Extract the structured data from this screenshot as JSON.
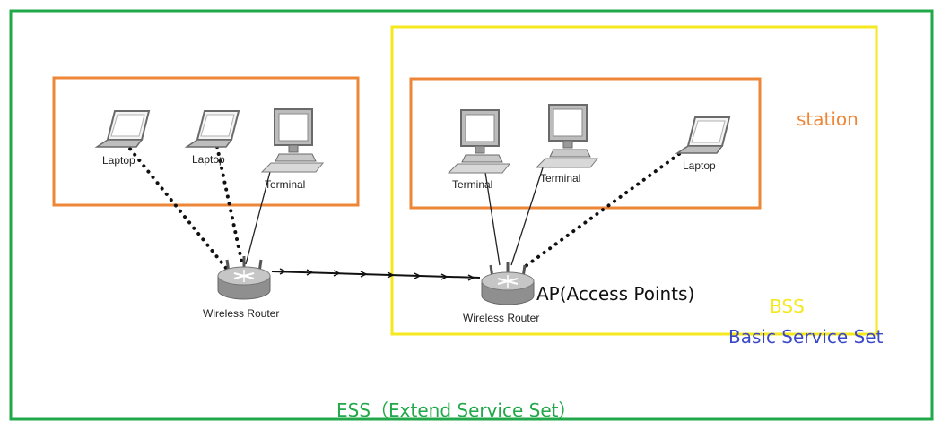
{
  "colors": {
    "ess_border": "#22a84a",
    "bss_border": "#f5e81e",
    "station_border": "#ee8638",
    "station_text": "#ee8638",
    "bss_text": "#f5e81e",
    "bss_full_text": "#3b49c7",
    "ess_text": "#22a84a",
    "device_gray": "#9a9a9a",
    "link": "#111111"
  },
  "labels": {
    "station": "station",
    "bss": "BSS",
    "bss_full": "Basic Service Set",
    "ess": "ESS（Extend Service Set）",
    "ap": "AP(Access Points)"
  },
  "left_group": {
    "laptop_1": "Laptop",
    "laptop_2": "Laptop",
    "terminal": "Terminal",
    "router": "Wireless Router"
  },
  "right_group": {
    "terminal_1": "Terminal",
    "terminal_2": "Terminal",
    "laptop": "Laptop",
    "router": "Wireless Router"
  },
  "icons": [
    "laptop-icon",
    "terminal-icon",
    "wireless-router-icon"
  ]
}
